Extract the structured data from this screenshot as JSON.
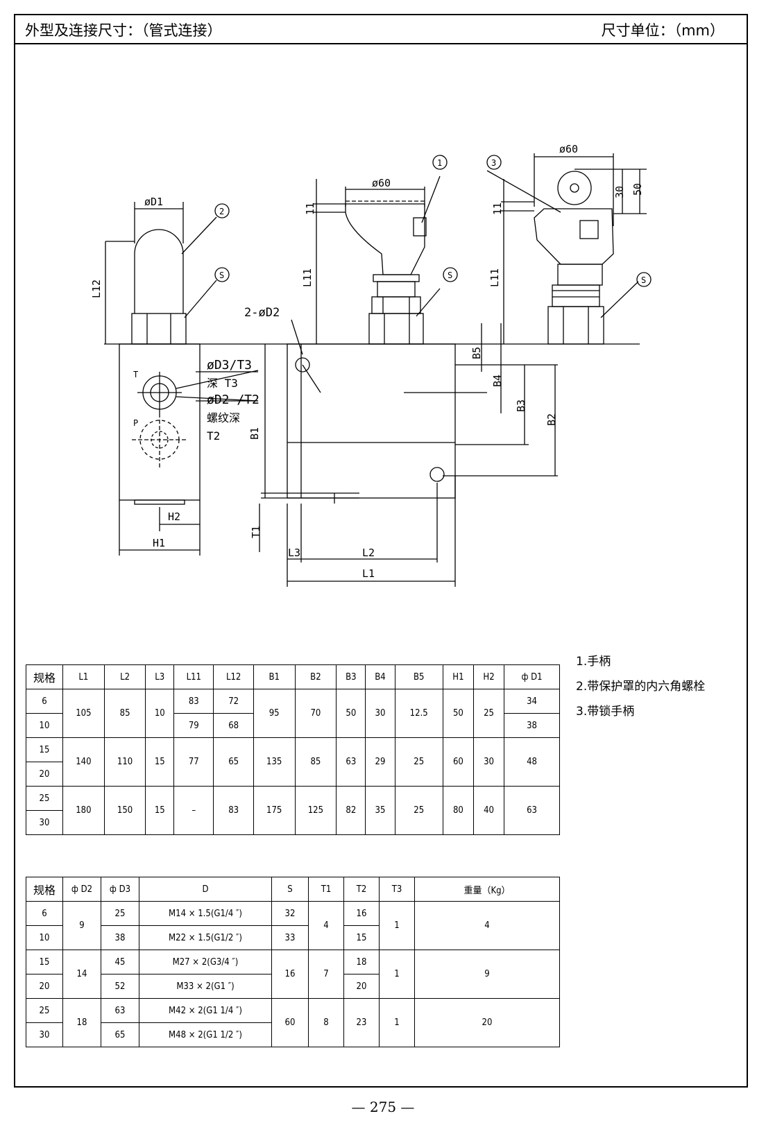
{
  "header": {
    "title": "外型及连接尺寸：（管式连接）",
    "unit": "尺寸单位：（mm）"
  },
  "drawing": {
    "labels": {
      "d1": "øD1",
      "l12": "L12",
      "h1": "H1",
      "h2": "H2",
      "t": "T",
      "p": "P",
      "d3t3": "øD3/T3",
      "shen_t3": "深 T3",
      "d2t2": "øD2 /T2",
      "luowen": "螺纹深",
      "t2": "T2",
      "b1": "B1",
      "t1": "T1",
      "two_d2": "2-øD2",
      "d60_a": "ø60",
      "l1_a": "11",
      "l11_a": "L11",
      "d60_b": "ø60",
      "l1_b": "11",
      "l11_b": "L11",
      "d30": "30",
      "d50": "50",
      "b5": "B5",
      "b4": "B4",
      "b3": "B3",
      "b2": "B2",
      "l3": "L3",
      "l2": "L2",
      "l1": "L1",
      "c1": "1",
      "c2": "2",
      "c3": "3",
      "s": "S"
    }
  },
  "notes": [
    "1.手柄",
    "2.带保护罩的内六角螺栓",
    "3.带锁手柄"
  ],
  "table1": {
    "headers": [
      "规格",
      "L1",
      "L2",
      "L3",
      "L11",
      "L12",
      "B1",
      "B2",
      "B3",
      "B4",
      "B5",
      "H1",
      "H2",
      "ф D1"
    ],
    "r6": [
      "6",
      "105",
      "85",
      "10",
      "83",
      "72",
      "95",
      "70",
      "50",
      "30",
      "12.5",
      "50",
      "25",
      "34"
    ],
    "r10": [
      "10",
      "79",
      "68",
      "38"
    ],
    "r15": [
      "15",
      "140",
      "110",
      "15",
      "77",
      "65",
      "135",
      "85",
      "63",
      "29",
      "25",
      "60",
      "30",
      "48"
    ],
    "r20": [
      "20"
    ],
    "r25": [
      "25",
      "180",
      "150",
      "15",
      "–",
      "83",
      "175",
      "125",
      "82",
      "35",
      "25",
      "80",
      "40",
      "63"
    ],
    "r30": [
      "30"
    ]
  },
  "table2": {
    "headers": [
      "规格",
      "ф D2",
      "ф D3",
      "D",
      "S",
      "T1",
      "T2",
      "T3",
      "重量（Kg）"
    ],
    "r6": [
      "6",
      "9",
      "25",
      "M14 × 1.5(G1/4 ″)",
      "32",
      "4",
      "16",
      "1",
      "4"
    ],
    "r10": [
      "10",
      "38",
      "M22 × 1.5(G1/2 ″)",
      "33",
      "15"
    ],
    "r15": [
      "15",
      "14",
      "45",
      "M27 × 2(G3/4 ″)",
      "16",
      "7",
      "18",
      "1",
      "9"
    ],
    "r20": [
      "20",
      "52",
      "M33 × 2(G1 ″)",
      "20"
    ],
    "r25": [
      "25",
      "18",
      "63",
      "M42 × 2(G1 1/4 ″)",
      "60",
      "8",
      "23",
      "1",
      "20"
    ],
    "r30": [
      "30",
      "65",
      "M48 × 2(G1 1/2 ″)"
    ]
  },
  "page_number": "— 275 —"
}
